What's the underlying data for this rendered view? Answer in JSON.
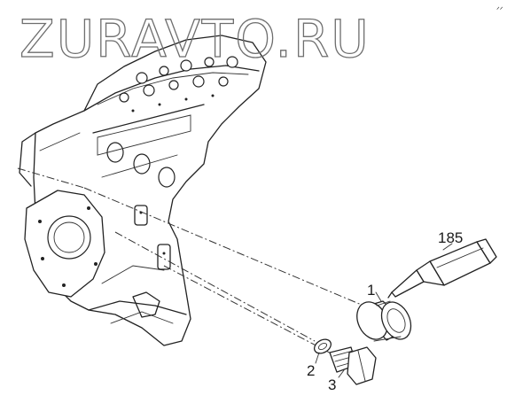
{
  "watermark": {
    "text": "ZURAVTO.RU"
  },
  "corner_mark": "ᐟᐟ",
  "callouts": {
    "part_1": "1",
    "part_2": "2",
    "part_3": "3",
    "part_185": "185"
  },
  "colors": {
    "line": "#222222",
    "watermark_outline": "#6e6e6e",
    "background": "#ffffff"
  }
}
